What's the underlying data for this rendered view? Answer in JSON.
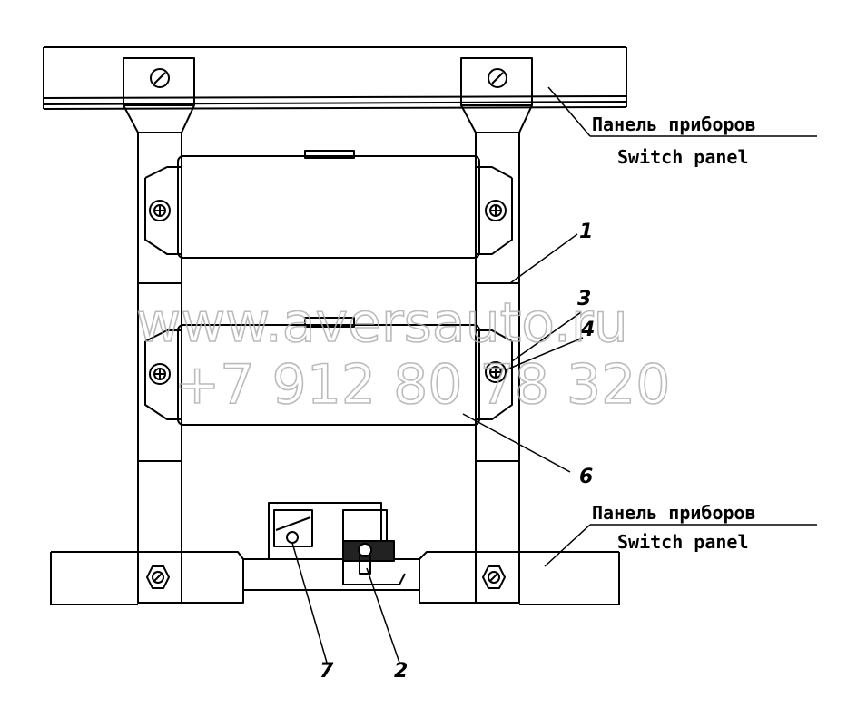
{
  "labels": {
    "top_panel_ru": "Панель приборов",
    "top_panel_en": "Switch panel",
    "bottom_panel_ru": "Панель приборов",
    "bottom_panel_en": "Switch panel"
  },
  "callouts": [
    "1",
    "3",
    "4",
    "6",
    "7",
    "2"
  ],
  "watermark": {
    "site": "www.aversauto.ru",
    "phone": "+7 912 80 78 320"
  }
}
